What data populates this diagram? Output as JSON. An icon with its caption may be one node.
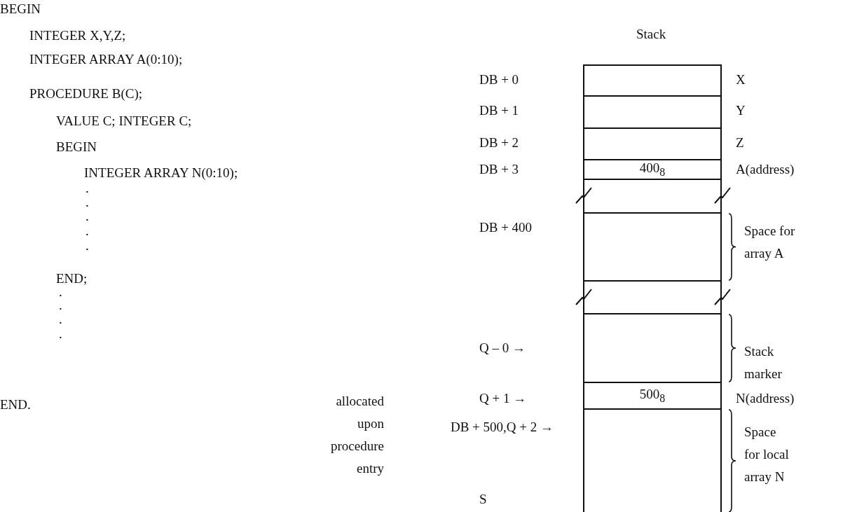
{
  "diagram": {
    "title": "Stack",
    "nodes": [
      {
        "text": [],
        "shape": "box",
        "beside": [
          "X"
        ]
      },
      {
        "text": [],
        "shape": "box",
        "beside": [
          "Y"
        ]
      },
      {
        "text": [],
        "shape": "box",
        "beside": [
          "Z"
        ]
      },
      {
        "text": [
          "400$_{8}$"
        ],
        "beside": [
          "A(address)"
        ]
      },
      {
        "text": [],
        "shape": "box"
      },
      {
        "text": [],
        "shape": "box",
        "beside": [
          "Space for array A"
        ]
      },
      {
        "text": [],
        "shape": "box"
      },
      {
        "text": [],
        "shape": "box",
        "beside": [
          "Stack marker"
        ]
      },
      {
        "text": [
          "500$_{8}$"
        ],
        "beside": [
          "N(address)"
        ]
      },
      {
        "text": [],
        "shape": "box",
        "beside": [
          "Space for local array N"
        ]
      }
    ],
    "edges": [],
    "labels": [
      "BEGIN",
      "INTEGER X,Y,Z;",
      "INTEGER ARRAY A(0:10);",
      "PROCEDURE B(C);",
      "VALUE C; INTEGER C;",
      "BEGIN",
      "INTEGER ARRAY N(0:10);",
      ".",
      ".",
      ".",
      ".",
      ".",
      "END;",
      ".",
      ".",
      ".",
      ".",
      "END.",
      "DB + 0",
      "DB + 1",
      "DB + 2",
      "DB + 3",
      "DB + 400",
      "Q – 0 →",
      "allocated upon procedure entry",
      "Q + 1 →",
      "DB + 500,Q + 2 →",
      "S"
    ]
  }
}
